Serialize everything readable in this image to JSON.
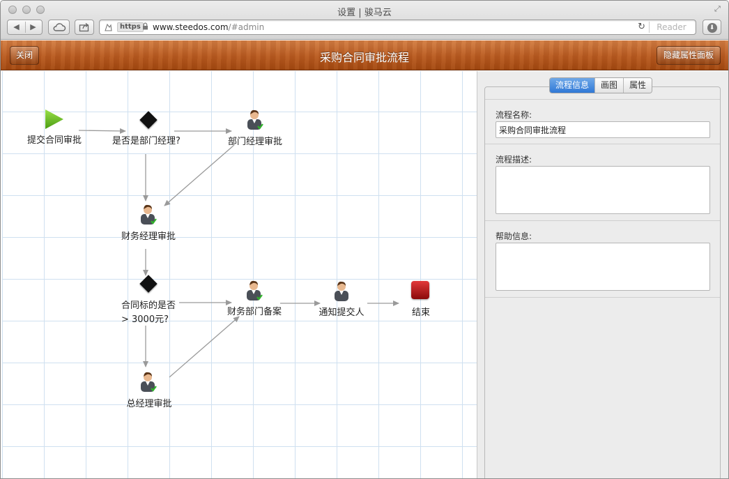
{
  "browser": {
    "window_title": "设置 | 骏马云",
    "url_scheme_badge": "https",
    "url_host": "www.steedos.com",
    "url_path": "/#admin",
    "reader_label": "Reader"
  },
  "header": {
    "close_label": "关闭",
    "title": "采购合同审批流程",
    "hide_panel_label": "隐藏属性面板"
  },
  "workflow": {
    "nodes": [
      {
        "id": "n1",
        "type": "start",
        "label": "提交合同审批"
      },
      {
        "id": "n2",
        "type": "gateway",
        "label": "是否是部门经理?"
      },
      {
        "id": "n3",
        "type": "user-task",
        "label": "部门经理审批"
      },
      {
        "id": "n4",
        "type": "user-task",
        "label": "财务经理审批"
      },
      {
        "id": "n5",
        "type": "gateway",
        "label_line1": "合同标的是否",
        "label_line2": "> 3000元?"
      },
      {
        "id": "n6",
        "type": "user-task",
        "label": "财务部门备案"
      },
      {
        "id": "n7",
        "type": "user-task",
        "label": "通知提交人"
      },
      {
        "id": "n8",
        "type": "end",
        "label": "结束"
      },
      {
        "id": "n9",
        "type": "user-task",
        "label": "总经理审批"
      }
    ]
  },
  "panel": {
    "tabs": [
      {
        "label": "流程信息",
        "active": true
      },
      {
        "label": "画图",
        "active": false
      },
      {
        "label": "属性",
        "active": false
      }
    ],
    "name_label": "流程名称:",
    "name_value": "采购合同审批流程",
    "desc_label": "流程描述:",
    "desc_value": "",
    "help_label": "帮助信息:",
    "help_value": ""
  },
  "colors": {
    "start_green": "#6cc21e",
    "end_red": "#b31414",
    "active_tab_blue": "#2f78d6",
    "wood_orange": "#b85a20"
  }
}
